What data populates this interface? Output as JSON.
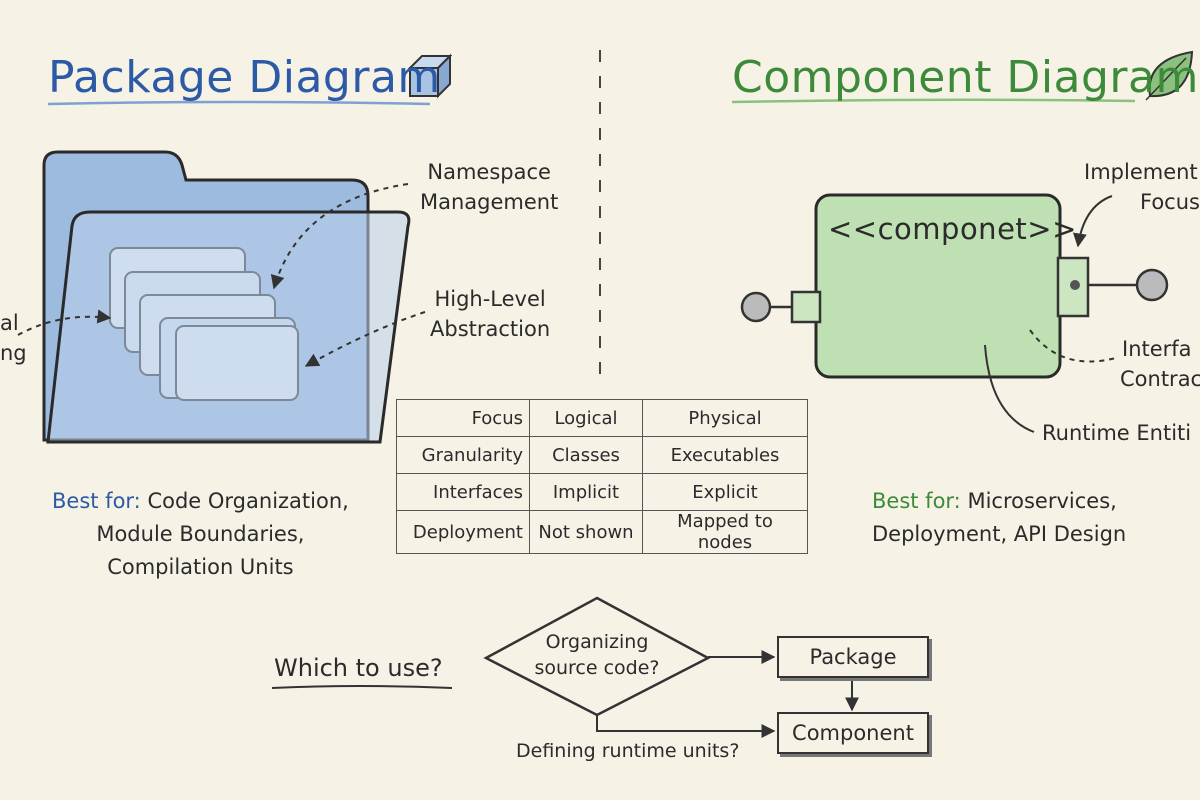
{
  "package_panel": {
    "title": "Package Diagram",
    "title_icon": "cube-icon",
    "annotations": {
      "namespace": [
        "Namespace",
        "Management"
      ],
      "abstraction": [
        "High-Level",
        "Abstraction"
      ],
      "left_cutoff": [
        "al",
        "ng"
      ]
    },
    "best_for": {
      "label": "Best for:",
      "items": [
        "Code Organization,",
        "Module Boundaries,",
        "Compilation Units"
      ]
    }
  },
  "component_panel": {
    "title": "Component Diagram",
    "title_icon": "leaf-icon",
    "stereotype": "<<componet>>",
    "annotations": {
      "implementation": [
        "Implement",
        "Focus"
      ],
      "interface": [
        "Interfa",
        "Contrac"
      ],
      "runtime": "Runtime Entiti"
    },
    "best_for": {
      "label": "Best for:",
      "items": [
        "Microservices,",
        "Deployment, API Design"
      ]
    }
  },
  "comparison_table": {
    "rows": [
      [
        "Focus",
        "Logical",
        "Physical"
      ],
      [
        "Granularity",
        "Classes",
        "Executables"
      ],
      [
        "Interfaces",
        "Implicit",
        "Explicit"
      ],
      [
        "Deployment",
        "Not shown",
        "Mapped to nodes"
      ]
    ]
  },
  "decision_flow": {
    "question_label": "Which to use?",
    "decision": [
      "Organizing",
      "source code?"
    ],
    "no_branch_label": "Defining runtime units?",
    "package_box": "Package",
    "component_box": "Component"
  },
  "colors": {
    "package_blue": "#2d5aa6",
    "component_green": "#3d8a3a",
    "paper": "#f6f2e6",
    "folder_fill": "#a9c3e3",
    "component_fill": "#bfe0b2"
  }
}
